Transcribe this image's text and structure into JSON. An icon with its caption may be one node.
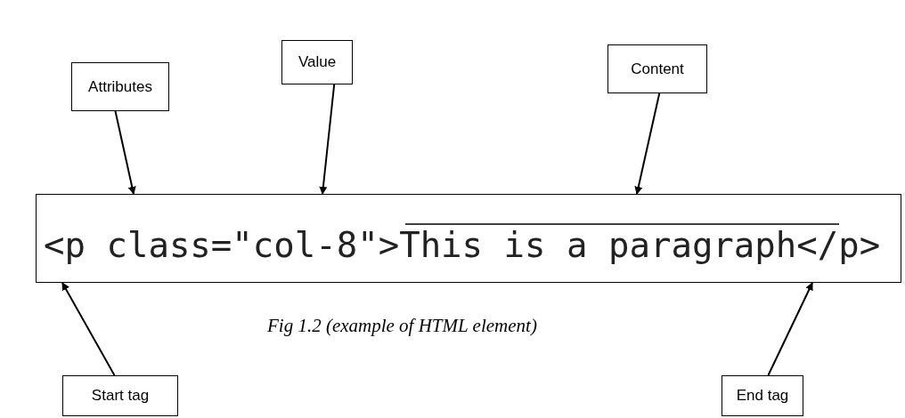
{
  "diagram": {
    "caption": "Fig 1.2 (example of HTML element)",
    "nodes": [
      {
        "text": [
          "Attributes"
        ]
      },
      {
        "text": [
          "Value"
        ]
      },
      {
        "text": [
          "Content"
        ]
      },
      {
        "text": [
          "<p class=\"col-8\">This is a paragraph</p>"
        ]
      },
      {
        "text": [
          "Start tag"
        ]
      },
      {
        "text": [
          "End tag"
        ]
      }
    ],
    "edges": [
      {
        "from": 0,
        "to": 3,
        "arrow": "to"
      },
      {
        "from": 1,
        "to": 3,
        "arrow": "to"
      },
      {
        "from": 2,
        "to": 3,
        "arrow": "to"
      },
      {
        "from": 4,
        "to": 3,
        "arrow": "to"
      },
      {
        "from": 5,
        "to": 3,
        "arrow": "to"
      }
    ]
  }
}
